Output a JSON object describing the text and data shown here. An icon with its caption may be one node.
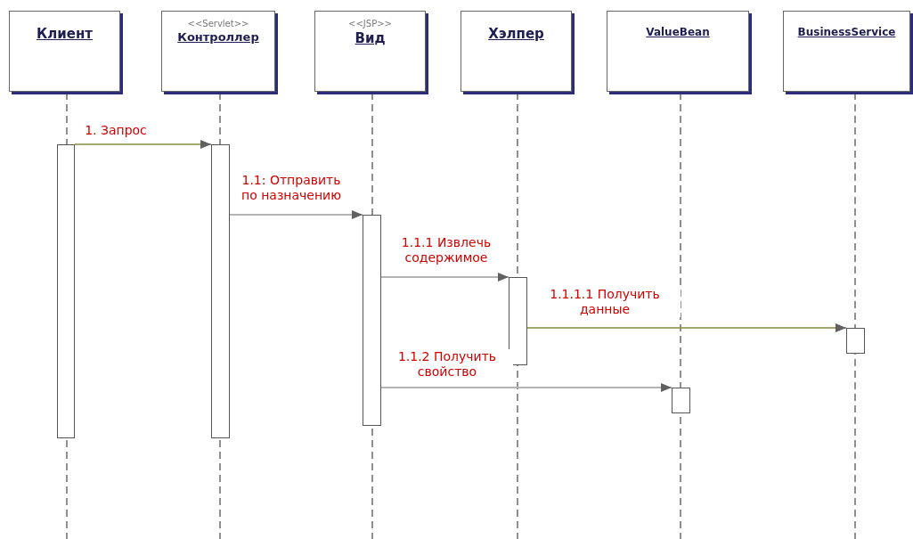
{
  "diagram": {
    "nodes": [
      {
        "text": [
          "Клиент"
        ]
      },
      {
        "text": [
          "<<Servlet>>",
          "Контроллер"
        ]
      },
      {
        "text": [
          "<<JSP>>",
          "Вид"
        ]
      },
      {
        "text": [
          "Хэлпер"
        ]
      },
      {
        "text": [
          "ValueBean"
        ]
      },
      {
        "text": [
          "BusinessService"
        ]
      },
      {
        "text": [],
        "shape": "bar"
      },
      {
        "text": [],
        "shape": "bar"
      },
      {
        "text": [],
        "shape": "bar"
      },
      {
        "text": [],
        "shape": "bar"
      },
      {
        "text": [],
        "shape": "bar"
      },
      {
        "text": [],
        "shape": "bar"
      }
    ],
    "edges": [
      {
        "from": 6,
        "to": 7,
        "arrow": "to",
        "label": "1. Запрос",
        "color": "#8a8a40"
      },
      {
        "from": 7,
        "to": 8,
        "arrow": "to",
        "label": "1.1: Отправить по назначению"
      },
      {
        "from": 8,
        "to": 9,
        "arrow": "to",
        "label": "1.1.1 Извлечь содержимое"
      },
      {
        "from": 9,
        "to": 10,
        "arrow": "to",
        "label": "1.1.1.1 Получить данные",
        "color": "#8a8a40"
      },
      {
        "from": 8,
        "to": 11,
        "arrow": "to",
        "label": "1.1.2 Получить свойство"
      }
    ]
  }
}
